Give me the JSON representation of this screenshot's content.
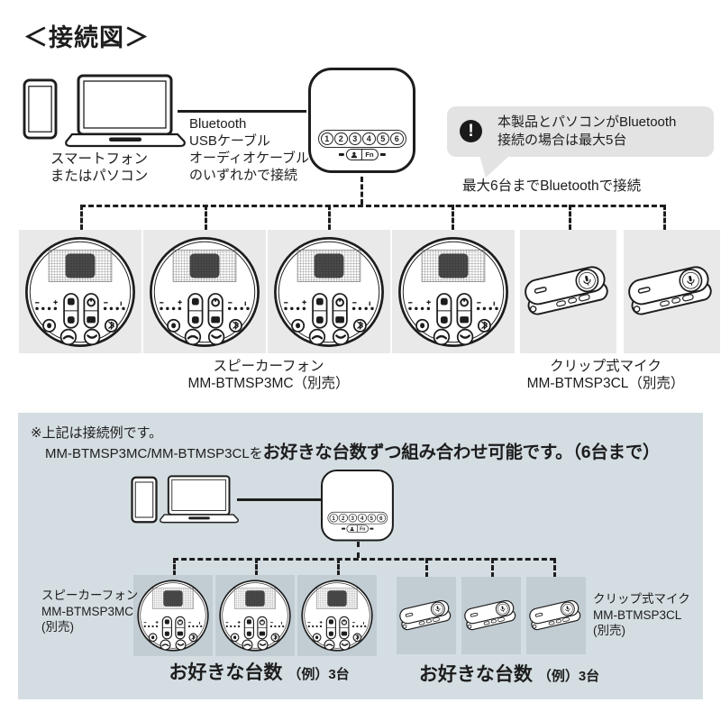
{
  "title": "＜接続図＞",
  "top": {
    "source_device": {
      "line1": "スマートフォン",
      "line2": "またはパソコン"
    },
    "connection_methods": {
      "line1": "Bluetooth",
      "line2": "USBケーブル",
      "line3": "オーディオケーブル",
      "line4": "のいずれかで接続"
    },
    "hub": {
      "channels": [
        "1",
        "2",
        "3",
        "4",
        "5",
        "6"
      ],
      "fn_label": "Fn"
    },
    "callout": {
      "icon_glyph": "!",
      "line1": "本製品とパソコンがBluetooth",
      "line2": "接続の場合は最大5台"
    },
    "bluetooth_note": "最大6台までBluetoothで接続",
    "speakerphone_label": {
      "line1": "スピーカーフォン",
      "line2": "MM-BTMSP3MC（別売）"
    },
    "clipmic_label": {
      "line1": "クリップ式マイク",
      "line2": "MM-BTMSP3CL（別売）"
    }
  },
  "bottom": {
    "note_line1": "※上記は接続例です。",
    "note_line2_normal": "MM-BTMSP3MC/MM-BTMSP3CLを",
    "note_line2_bold": "お好きな台数ずつ組み合わせ可能です。（6台まで）",
    "speakerphone_label": {
      "line1": "スピーカーフォン",
      "line2": "MM-BTMSP3MC",
      "line3": "(別売)"
    },
    "clipmic_label": {
      "line1": "クリップ式マイク",
      "line2": "MM-BTMSP3CL",
      "line3": "(別売)"
    },
    "speaker_qty": {
      "label": "お好きな台数",
      "example": "（例）3台"
    },
    "clip_qty": {
      "label": "お好きな台数",
      "example": "（例）3台"
    }
  },
  "colors": {
    "ink": "#1d1d1d",
    "top_tile_bg": "#e9e9e9",
    "panel_bg": "#d4dde2",
    "panel_tile_bg": "#c2cdd3",
    "callout_bg": "#e3e3e3",
    "callout_icon_bg": "#1a1a1a"
  }
}
